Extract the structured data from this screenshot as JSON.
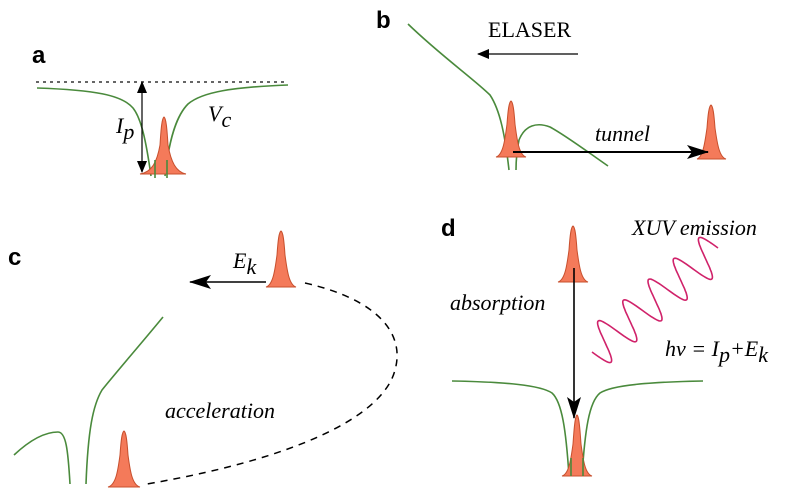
{
  "panels": {
    "a": {
      "letter": "a",
      "ip_main": "I",
      "ip_sub": "p",
      "vc_main": "V",
      "vc_sub": "c"
    },
    "b": {
      "letter": "b",
      "laser_main": "E",
      "laser_sub": "LASER",
      "tunnel_label": "tunnel"
    },
    "c": {
      "letter": "c",
      "ek_main": "E",
      "ek_sub": "k",
      "acceleration_label": "acceleration"
    },
    "d": {
      "letter": "d",
      "xuv_label": "XUV emission",
      "absorption_label": "absorption",
      "eq_hv": "hν = I",
      "eq_ip_sub": "p",
      "eq_plus": "+E",
      "eq_ek_sub": "k"
    }
  },
  "colors": {
    "potential": "#4a8a3c",
    "wavepacket": "#f47a5a",
    "emission": "#d0226a"
  }
}
